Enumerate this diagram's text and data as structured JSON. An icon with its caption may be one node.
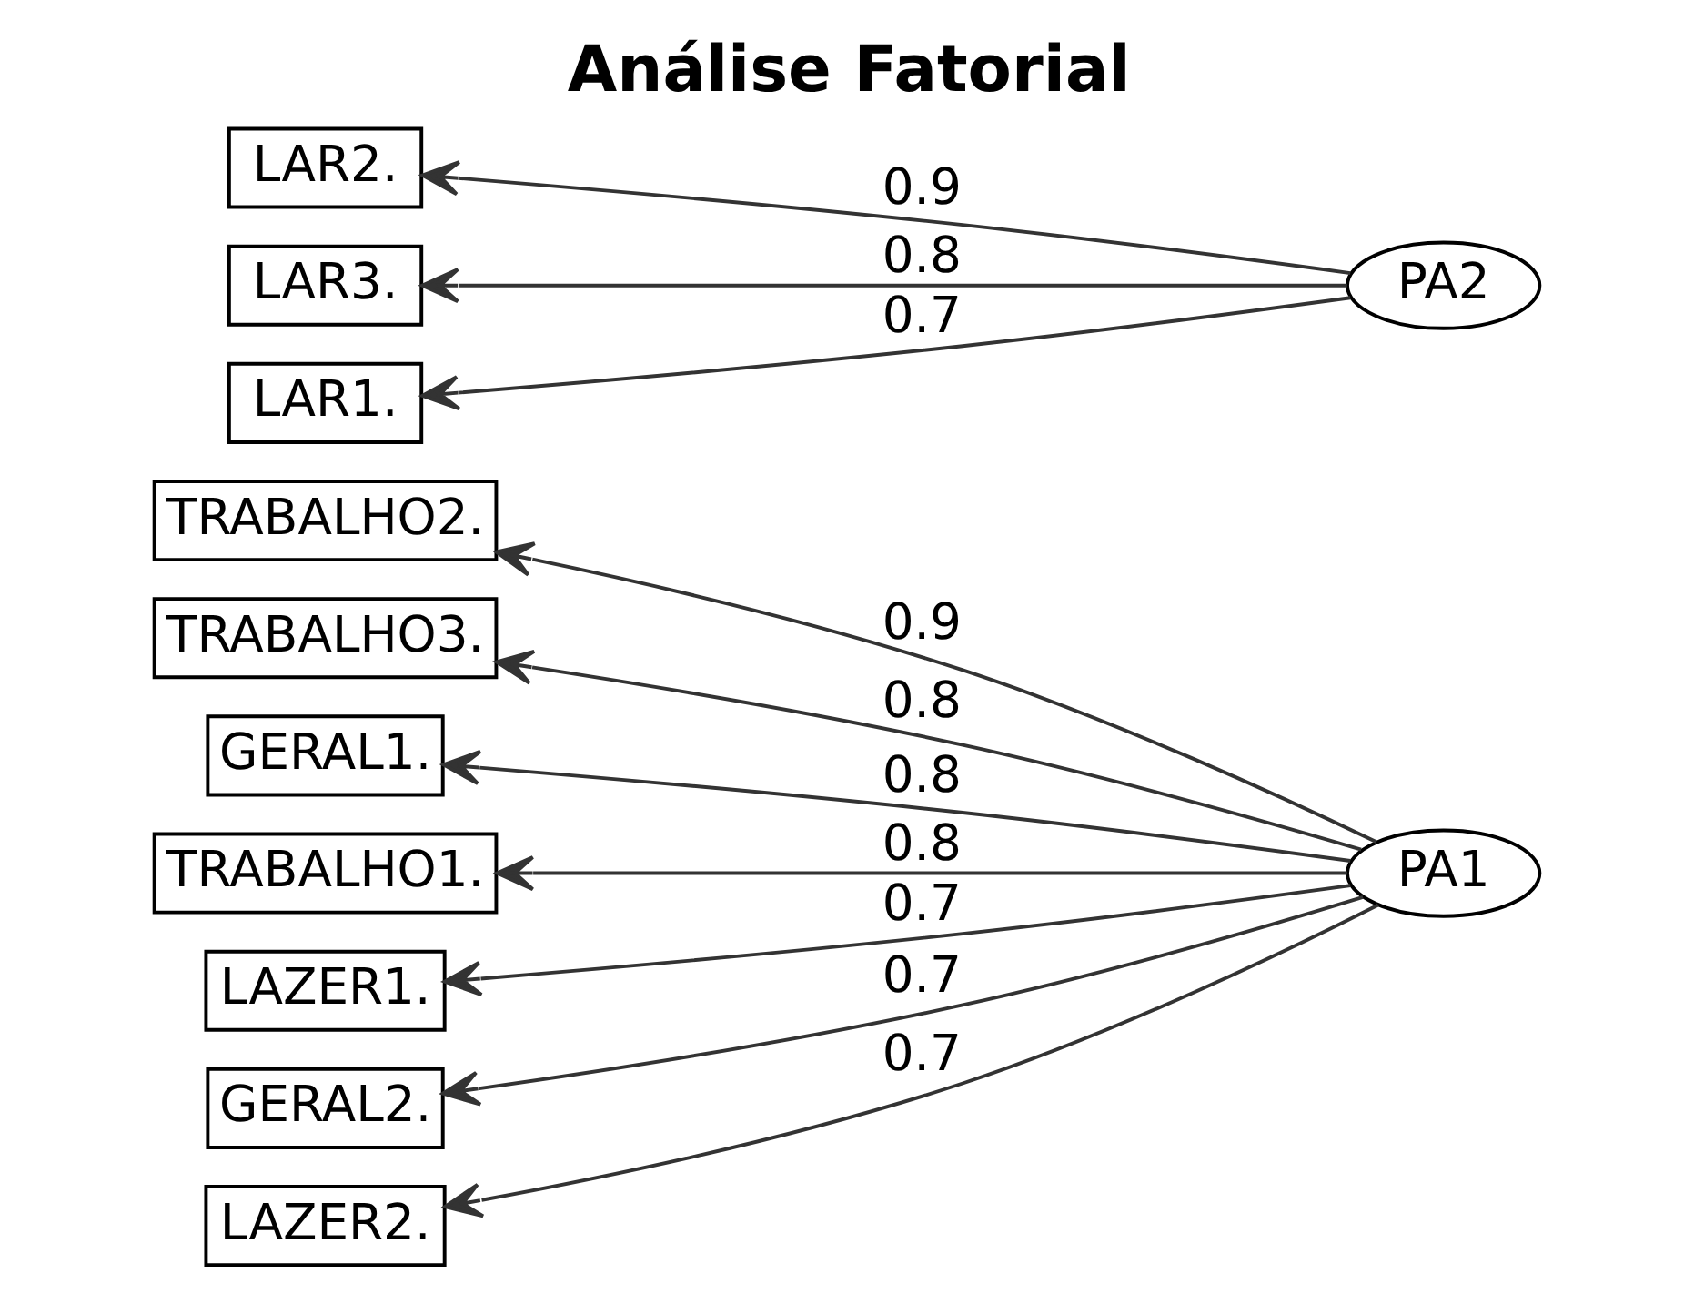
{
  "diagram": {
    "title": "Análise Fatorial",
    "nodes": [
      {
        "text": [
          "TRABALHO2."
        ]
      },
      {
        "text": [
          "TRABALHO3."
        ]
      },
      {
        "text": [
          "GERAL1."
        ]
      },
      {
        "text": [
          "PA1"
        ]
      },
      {
        "text": [
          "TRABALHO1."
        ]
      },
      {
        "text": [
          "LAZER1."
        ]
      },
      {
        "text": [
          "GERAL2."
        ]
      },
      {
        "text": [
          "LAZER2."
        ]
      },
      {
        "text": [
          "PA2"
        ]
      },
      {
        "text": [
          "LAR2."
        ]
      },
      {
        "text": [
          "LAR3."
        ]
      },
      {
        "text": [
          "LAR1."
        ]
      }
    ],
    "edges": [
      {
        "from": 3,
        "to": 0,
        "arrow": "to",
        "label": "0.9"
      },
      {
        "from": 3,
        "to": 1,
        "arrow": "to",
        "label": "0.8"
      },
      {
        "from": 3,
        "to": 2,
        "arrow": "to",
        "label": "0.8"
      },
      {
        "from": 3,
        "to": 4,
        "arrow": "to",
        "label": "0.8"
      },
      {
        "from": 3,
        "to": 5,
        "arrow": "to",
        "label": "0.7"
      },
      {
        "from": 3,
        "to": 6,
        "arrow": "to",
        "label": "0.7"
      },
      {
        "from": 3,
        "to": 7,
        "arrow": "to",
        "label": "0.7"
      },
      {
        "from": 8,
        "to": 9,
        "arrow": "to",
        "label": "0.9"
      },
      {
        "from": 8,
        "to": 10,
        "arrow": "to",
        "label": "0.8"
      },
      {
        "from": 8,
        "to": 11,
        "arrow": "to",
        "label": "0.7"
      }
    ]
  }
}
